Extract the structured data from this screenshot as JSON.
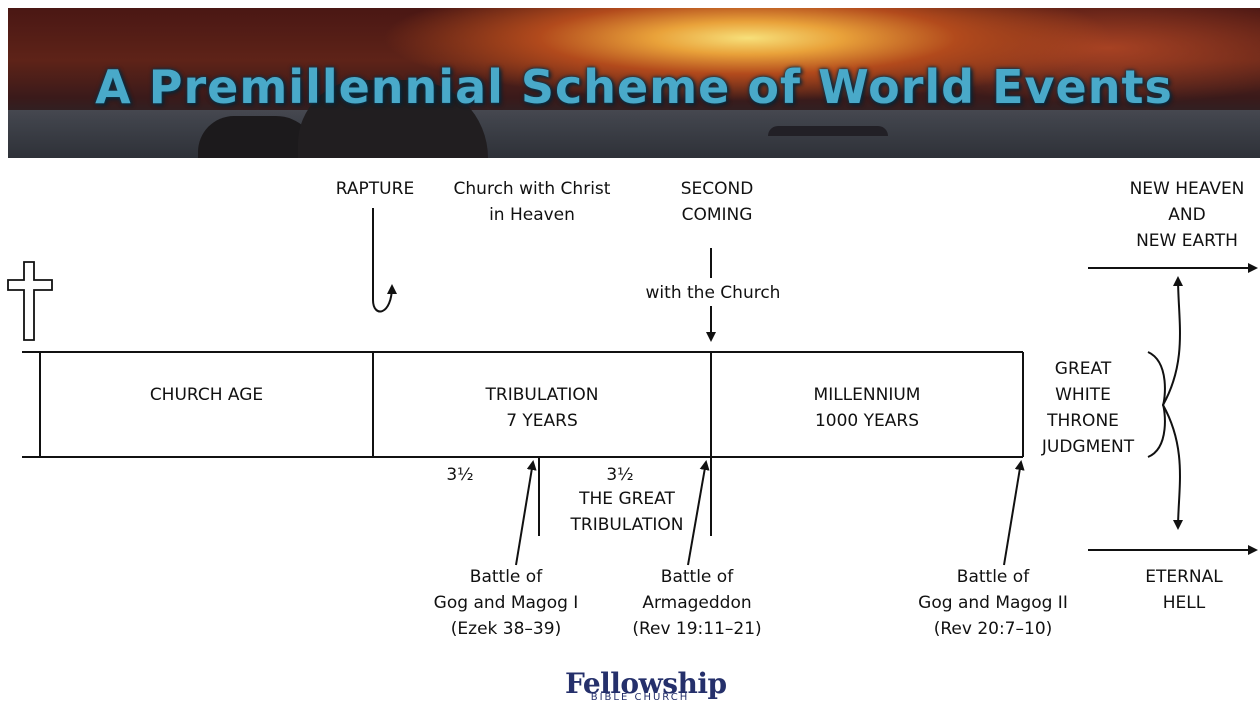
{
  "title": "A Premillennial Scheme of World Events",
  "labels": {
    "rapture": "RAPTURE",
    "church_with_christ_1": "Church with Christ",
    "church_with_christ_2": "in Heaven",
    "second_coming_1": "SECOND",
    "second_coming_2": "COMING",
    "with_church": "with the Church",
    "new_heaven_1": "NEW HEAVEN",
    "new_heaven_2": "AND",
    "new_heaven_3": "NEW EARTH",
    "church_age": "CHURCH AGE",
    "tribulation_1": "TRIBULATION",
    "tribulation_2": "7 YEARS",
    "millennium_1": "MILLENNIUM",
    "millennium_2": "1000 YEARS",
    "gwt_1": "GREAT",
    "gwt_2": "WHITE",
    "gwt_3": "THRONE",
    "gwt_4": "JUDGMENT",
    "half_1": "3½",
    "half_2": "3½",
    "great_trib_1": "THE GREAT",
    "great_trib_2": "TRIBULATION",
    "gog1_1": "Battle of",
    "gog1_2": "Gog and Magog I",
    "gog1_3": "(Ezek 38–39)",
    "arm_1": "Battle of",
    "arm_2": "Armageddon",
    "arm_3": "(Rev 19:11–21)",
    "gog2_1": "Battle of",
    "gog2_2": "Gog and Magog II",
    "gog2_3": "(Rev 20:7–10)",
    "hell_1": "ETERNAL",
    "hell_2": "HELL"
  },
  "logo": {
    "name": "Fellowship",
    "sub": "BIBLE CHURCH"
  },
  "colors": {
    "title": "#49a9c9",
    "logo": "#25306b",
    "line": "#111111"
  }
}
